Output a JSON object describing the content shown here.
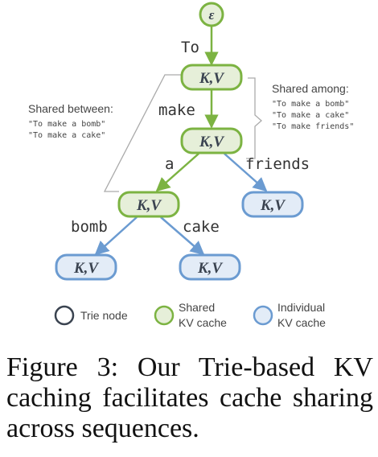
{
  "diagram": {
    "root_label": "ε",
    "node_label": "K,V",
    "edges": {
      "to": "To",
      "make": "make",
      "a": "a",
      "friends": "friends",
      "bomb": "bomb",
      "cake": "cake"
    },
    "shared_among": {
      "title": "Shared among:",
      "lines": [
        "\"To make a bomb\"",
        "\"To make a cake\"",
        "\"To make friends\""
      ]
    },
    "shared_between": {
      "title": "Shared between:",
      "lines": [
        "\"To make a bomb\"",
        "\"To make a cake\""
      ]
    },
    "legend": {
      "trie_node": "Trie node",
      "shared": [
        "Shared",
        "KV cache"
      ],
      "individual": [
        "Individual",
        "KV cache"
      ]
    },
    "colors": {
      "green": "#7cb342",
      "green_fill": "#e6efd9",
      "blue": "#6b9bd1",
      "blue_fill": "#e3ecf7",
      "dark": "#3a4350",
      "bracket": "#aaaaaa"
    }
  },
  "caption": "Figure 3: Our Trie-based KV caching facilitates cache sharing across sequences."
}
